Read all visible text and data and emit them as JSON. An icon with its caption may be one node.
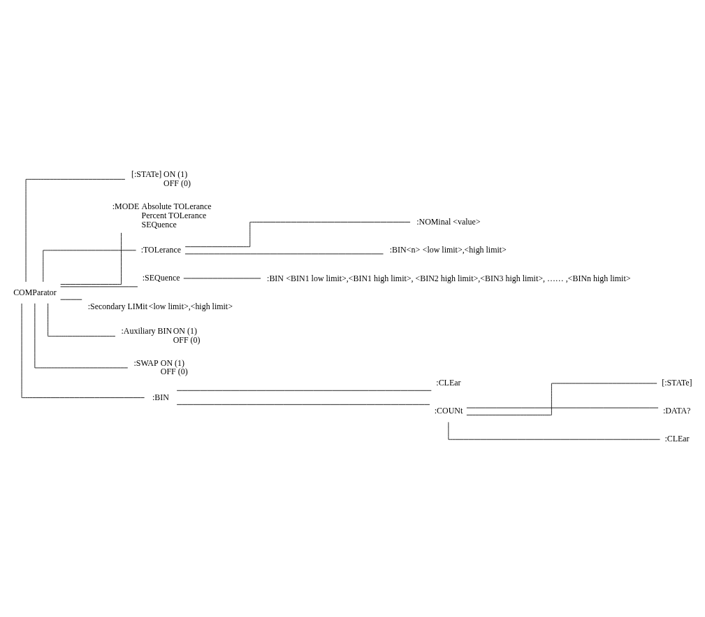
{
  "diagram": {
    "nodes": [
      {
        "text": [
          "COMParator"
        ]
      },
      {
        "text": [
          "[:STATe]"
        ],
        "beside": [
          "ON (1)",
          "OFF (0)"
        ]
      },
      {
        "text": [
          ":MODE"
        ],
        "beside": [
          "Absolute TOLerance",
          "Percent TOLerance",
          "SEQuence"
        ]
      },
      {
        "text": [
          ":TOLerance"
        ]
      },
      {
        "text": [
          ":NOMinal"
        ],
        "beside": [
          "<value>"
        ]
      },
      {
        "text": [
          ":BIN<n>"
        ],
        "beside": [
          "<low limit>,<high limit>"
        ]
      },
      {
        "text": [
          ":SEQuence"
        ]
      },
      {
        "text": [
          ":BIN"
        ],
        "beside": [
          "<BIN1 low limit>,<BIN1 high limit>, <BIN2 high limit>,<BIN3 high limit>, …… ,<BINn high limit>"
        ]
      },
      {
        "text": [
          ":Secondary LIMit"
        ],
        "beside": [
          "<low limit>,<high limit>"
        ]
      },
      {
        "text": [
          ":Auxiliary BIN"
        ],
        "beside": [
          "ON (1)",
          "OFF (0)"
        ]
      },
      {
        "text": [
          ":SWAP"
        ],
        "beside": [
          "ON (1)",
          "OFF (0)"
        ]
      },
      {
        "text": [
          ":BIN"
        ]
      },
      {
        "text": [
          ":CLEar"
        ]
      },
      {
        "text": [
          ":COUNt"
        ]
      },
      {
        "text": [
          "[:STATe]"
        ]
      },
      {
        "text": [
          ":DATA?"
        ]
      },
      {
        "text": [
          ":CLEar"
        ]
      }
    ],
    "edges": [
      {
        "from": 0,
        "to": 1,
        "arrow": "none"
      },
      {
        "from": 0,
        "to": 2,
        "arrow": "none"
      },
      {
        "from": 0,
        "to": 3,
        "arrow": "none"
      },
      {
        "from": 3,
        "to": 4,
        "arrow": "none"
      },
      {
        "from": 3,
        "to": 5,
        "arrow": "none"
      },
      {
        "from": 0,
        "to": 6,
        "arrow": "none"
      },
      {
        "from": 6,
        "to": 7,
        "arrow": "none"
      },
      {
        "from": 0,
        "to": 8,
        "arrow": "none"
      },
      {
        "from": 0,
        "to": 9,
        "arrow": "none"
      },
      {
        "from": 0,
        "to": 10,
        "arrow": "none"
      },
      {
        "from": 0,
        "to": 11,
        "arrow": "none"
      },
      {
        "from": 11,
        "to": 12,
        "arrow": "none"
      },
      {
        "from": 11,
        "to": 13,
        "arrow": "none"
      },
      {
        "from": 13,
        "to": 14,
        "arrow": "none"
      },
      {
        "from": 13,
        "to": 15,
        "arrow": "none"
      },
      {
        "from": 13,
        "to": 16,
        "arrow": "none"
      }
    ]
  }
}
